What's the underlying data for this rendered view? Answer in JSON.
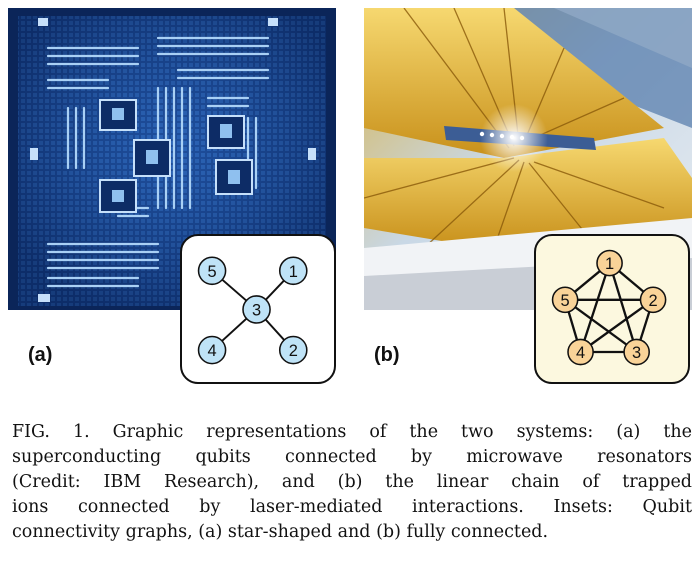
{
  "panel_a": {
    "label": "(a)",
    "graph_nodes": [
      "1",
      "2",
      "3",
      "4",
      "5"
    ]
  },
  "panel_b": {
    "label": "(b)",
    "graph_nodes": [
      "1",
      "2",
      "3",
      "4",
      "5"
    ]
  },
  "caption": {
    "lines": [
      "FIG. 1. Graphic representations of the two systems: (a) the",
      "superconducting qubits connected by microwave resonators",
      "(Credit: IBM Research), and (b) the linear chain of trapped",
      "ions connected by laser-mediated interactions. Insets: Qubit",
      "connectivity graphs, (a) star-shaped and (b) fully connected."
    ]
  },
  "colors": {
    "chip_blue": "#123a80",
    "node_blue": "#bfe3f7",
    "node_orange": "#f9d398",
    "inset_b_background": "#fcf8df",
    "gold": "#e0b12a"
  }
}
